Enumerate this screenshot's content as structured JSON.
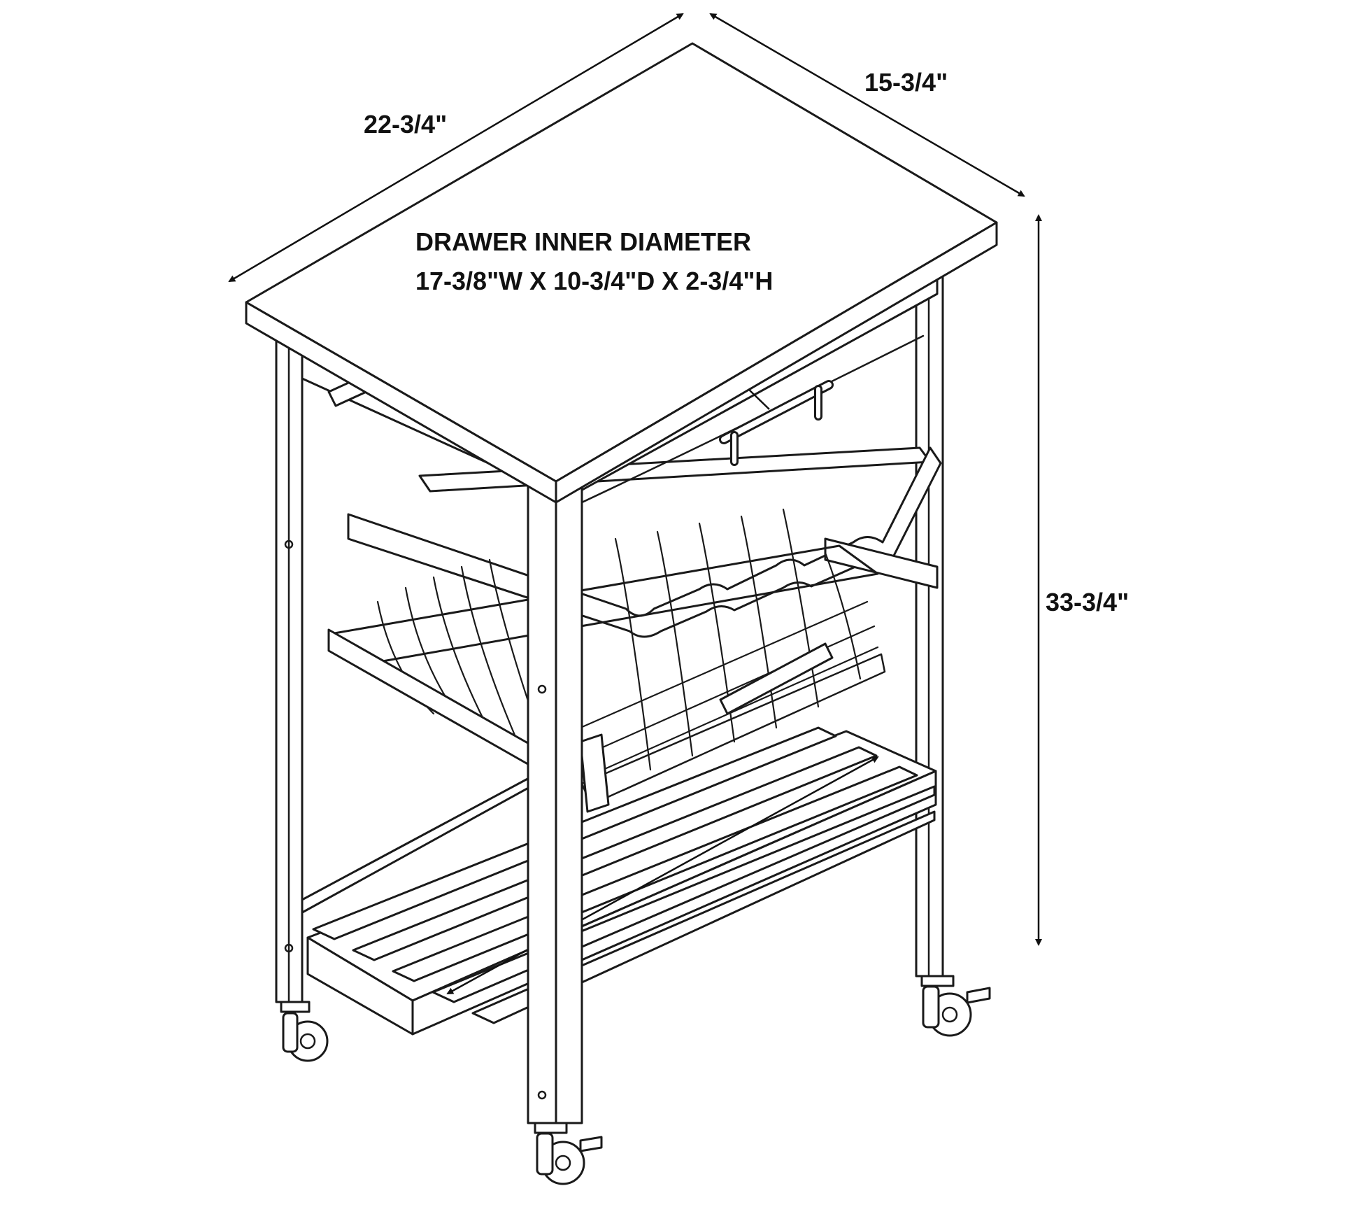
{
  "colors": {
    "line": "#1a1a1a",
    "background": "#ffffff",
    "text": "#111111"
  },
  "dimensions": {
    "width_label": "22-3/4\"",
    "depth_label": "15-3/4\"",
    "height_label": "33-3/4\""
  },
  "callout": {
    "line1": "DRAWER INNER DIAMETER",
    "line2": "17-3/8\"W X 10-3/4\"D X 2-3/4\"H"
  }
}
